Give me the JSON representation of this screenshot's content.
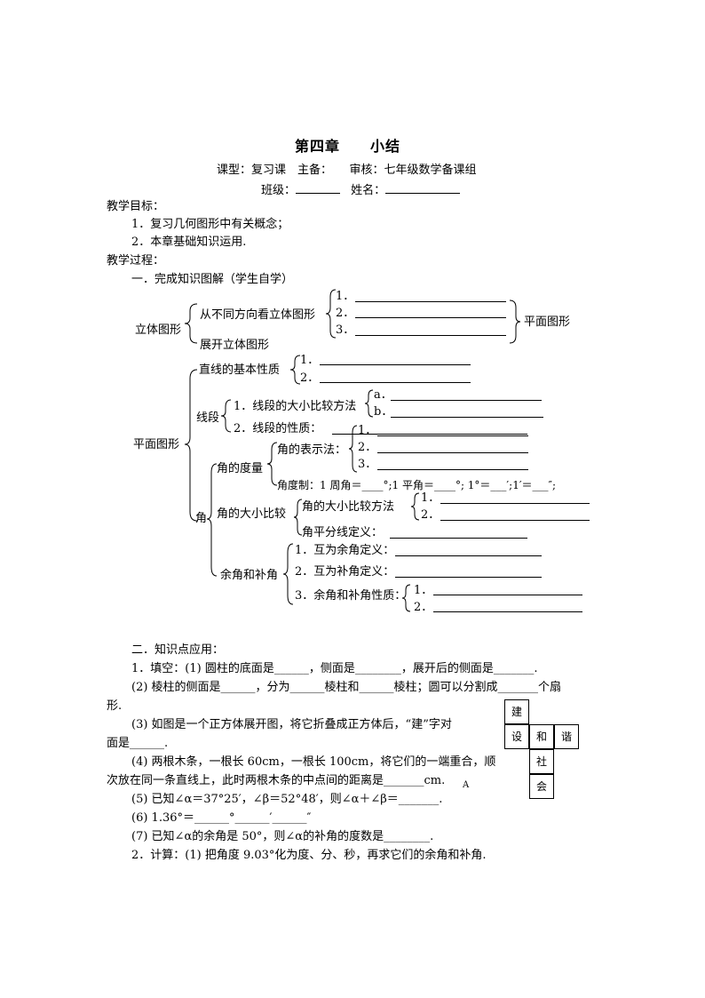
{
  "header": {
    "title": "第四章　　小结",
    "meta_line": "课型：复习课　主备：　　审核：七年级数学备课组",
    "class_label": "班级：",
    "name_label": "姓名："
  },
  "goals": {
    "heading": "教学目标：",
    "items": [
      "1．复习几何图形中有关概念；",
      "2．本章基础知识运用."
    ]
  },
  "process": {
    "heading": "教学过程：",
    "part1_title": "一．完成知识图解（学生自学）"
  },
  "solid": {
    "root": "立体图形",
    "view": "从不同方向看立体图形",
    "unfold": "展开立体图形",
    "nums": [
      "1．",
      "2．",
      "3．"
    ],
    "result": "平面图形"
  },
  "plane": {
    "root": "平面图形",
    "line": "直线的基本性质",
    "line_nums": [
      "1．",
      "2．"
    ],
    "segment": "线段",
    "seg_compare": "1．线段的大小比较方法",
    "seg_ab": [
      "a．",
      "b．"
    ],
    "seg_property": "2．线段的性质：",
    "angle": "角",
    "measure": "角的度量",
    "notation": "角的表示法：",
    "notation_nums": [
      "1．",
      "2．",
      "3．"
    ],
    "degree_system": "角度制：1 周角＝____°;1 平角＝____°; 1°＝___′;1′＝___″;",
    "compare": "角的大小比较",
    "compare_method": "角的大小比较方法",
    "compare_nums": [
      "1．",
      "2．"
    ],
    "bisector": "角平分线定义：",
    "comp_supp": "余角和补角",
    "comp_def": "1．互为余角定义：",
    "supp_def": "2．互为补角定义：",
    "cs_property": "3．余角和补角性质：",
    "cs_nums": [
      "1．",
      "2．"
    ]
  },
  "part2": {
    "title": "二．知识点应用：",
    "q1": "1．填空：(1) 圆柱的底面是______，侧面是________，展开后的侧面是_______.",
    "q2a": "(2) 棱柱的侧面是______，分为______棱柱和______棱柱；圆可以分割成_______个扇",
    "q2b": "形.",
    "q3a": "(3) 如图是一个正方体展开图，将它折叠成正方体后，“建”字对",
    "q3b": "面是______.",
    "q4a": "(4) 两根木条，一根长 60cm，一根长 100cm，将它们的一端重合，顺",
    "q4b": "次放在同一条直线上，此时两根木条的中点间的距离是_______cm.",
    "q4_mark": "A",
    "q5": "(5) 已知∠α＝37°25′，∠β＝52°48′，则∠α＋∠β＝_______.",
    "q6": "(6) 1.36°＝______°______′______″",
    "q7": "(7) 已知∠α的余角是 50°，则∠α的补角的度数是________.",
    "calc": "2．计算：(1) 把角度 9.03°化为度、分、秒，再求它们的余角和补角."
  },
  "cube_net": {
    "cells": [
      "建",
      "设",
      "和",
      "谐",
      "社",
      "会"
    ]
  }
}
